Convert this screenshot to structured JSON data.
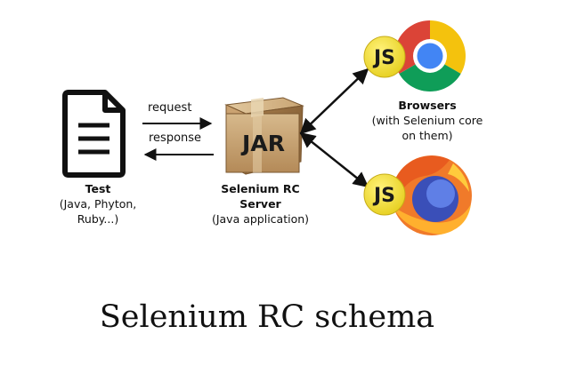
{
  "nodes": {
    "test": {
      "title": "Test",
      "lines": [
        "(Java, Phyton,",
        "Ruby...)"
      ]
    },
    "server": {
      "jar_label": "JAR",
      "title_lines": [
        "Selenium RC",
        "Server"
      ],
      "subtitle": "(Java application)"
    },
    "browsers": {
      "title": "Browsers",
      "lines": [
        "(with Selenium core",
        "on them)"
      ],
      "js_badge": "JS"
    }
  },
  "edges": {
    "request": "request",
    "response": "response"
  },
  "icons": {
    "document": "document-icon",
    "jar_box": "jar-box-icon",
    "chrome": "chrome-icon",
    "firefox": "firefox-icon",
    "js_badge": "js-badge-icon"
  },
  "colors": {
    "js_badge": "#f2e13a",
    "chrome_red": "#db4437",
    "chrome_yellow": "#f4c20d",
    "chrome_green": "#0f9d58",
    "chrome_blue": "#4285f4",
    "firefox_orange": "#f07a2a",
    "firefox_blue": "#3a4fb8",
    "box_tan": "#c9a574"
  },
  "title": "Selenium RC schema"
}
